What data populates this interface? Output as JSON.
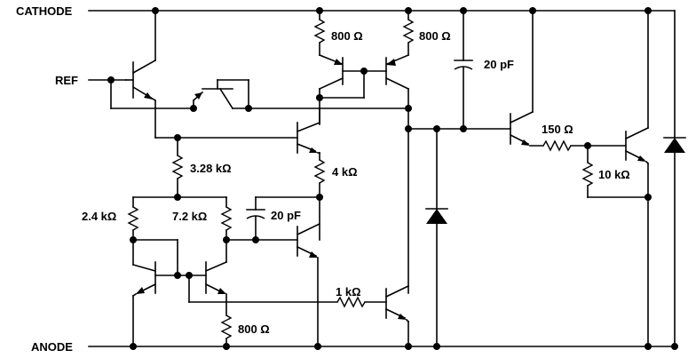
{
  "pins": {
    "cathode": "CATHODE",
    "ref": "REF",
    "anode": "ANODE"
  },
  "components": {
    "r_800_left": "800 Ω",
    "r_800_right": "800 Ω",
    "c_20pf_top": "20 pF",
    "r_150": "150 Ω",
    "r_10k": "10 kΩ",
    "r_3_28k": "3.28 kΩ",
    "r_4k": "4 kΩ",
    "r_2_4k": "2.4 kΩ",
    "r_7_2k": "7.2 kΩ",
    "c_20pf_mid": "20 pF",
    "r_1k": "1 kΩ",
    "r_800_bottom": "800 Ω"
  }
}
